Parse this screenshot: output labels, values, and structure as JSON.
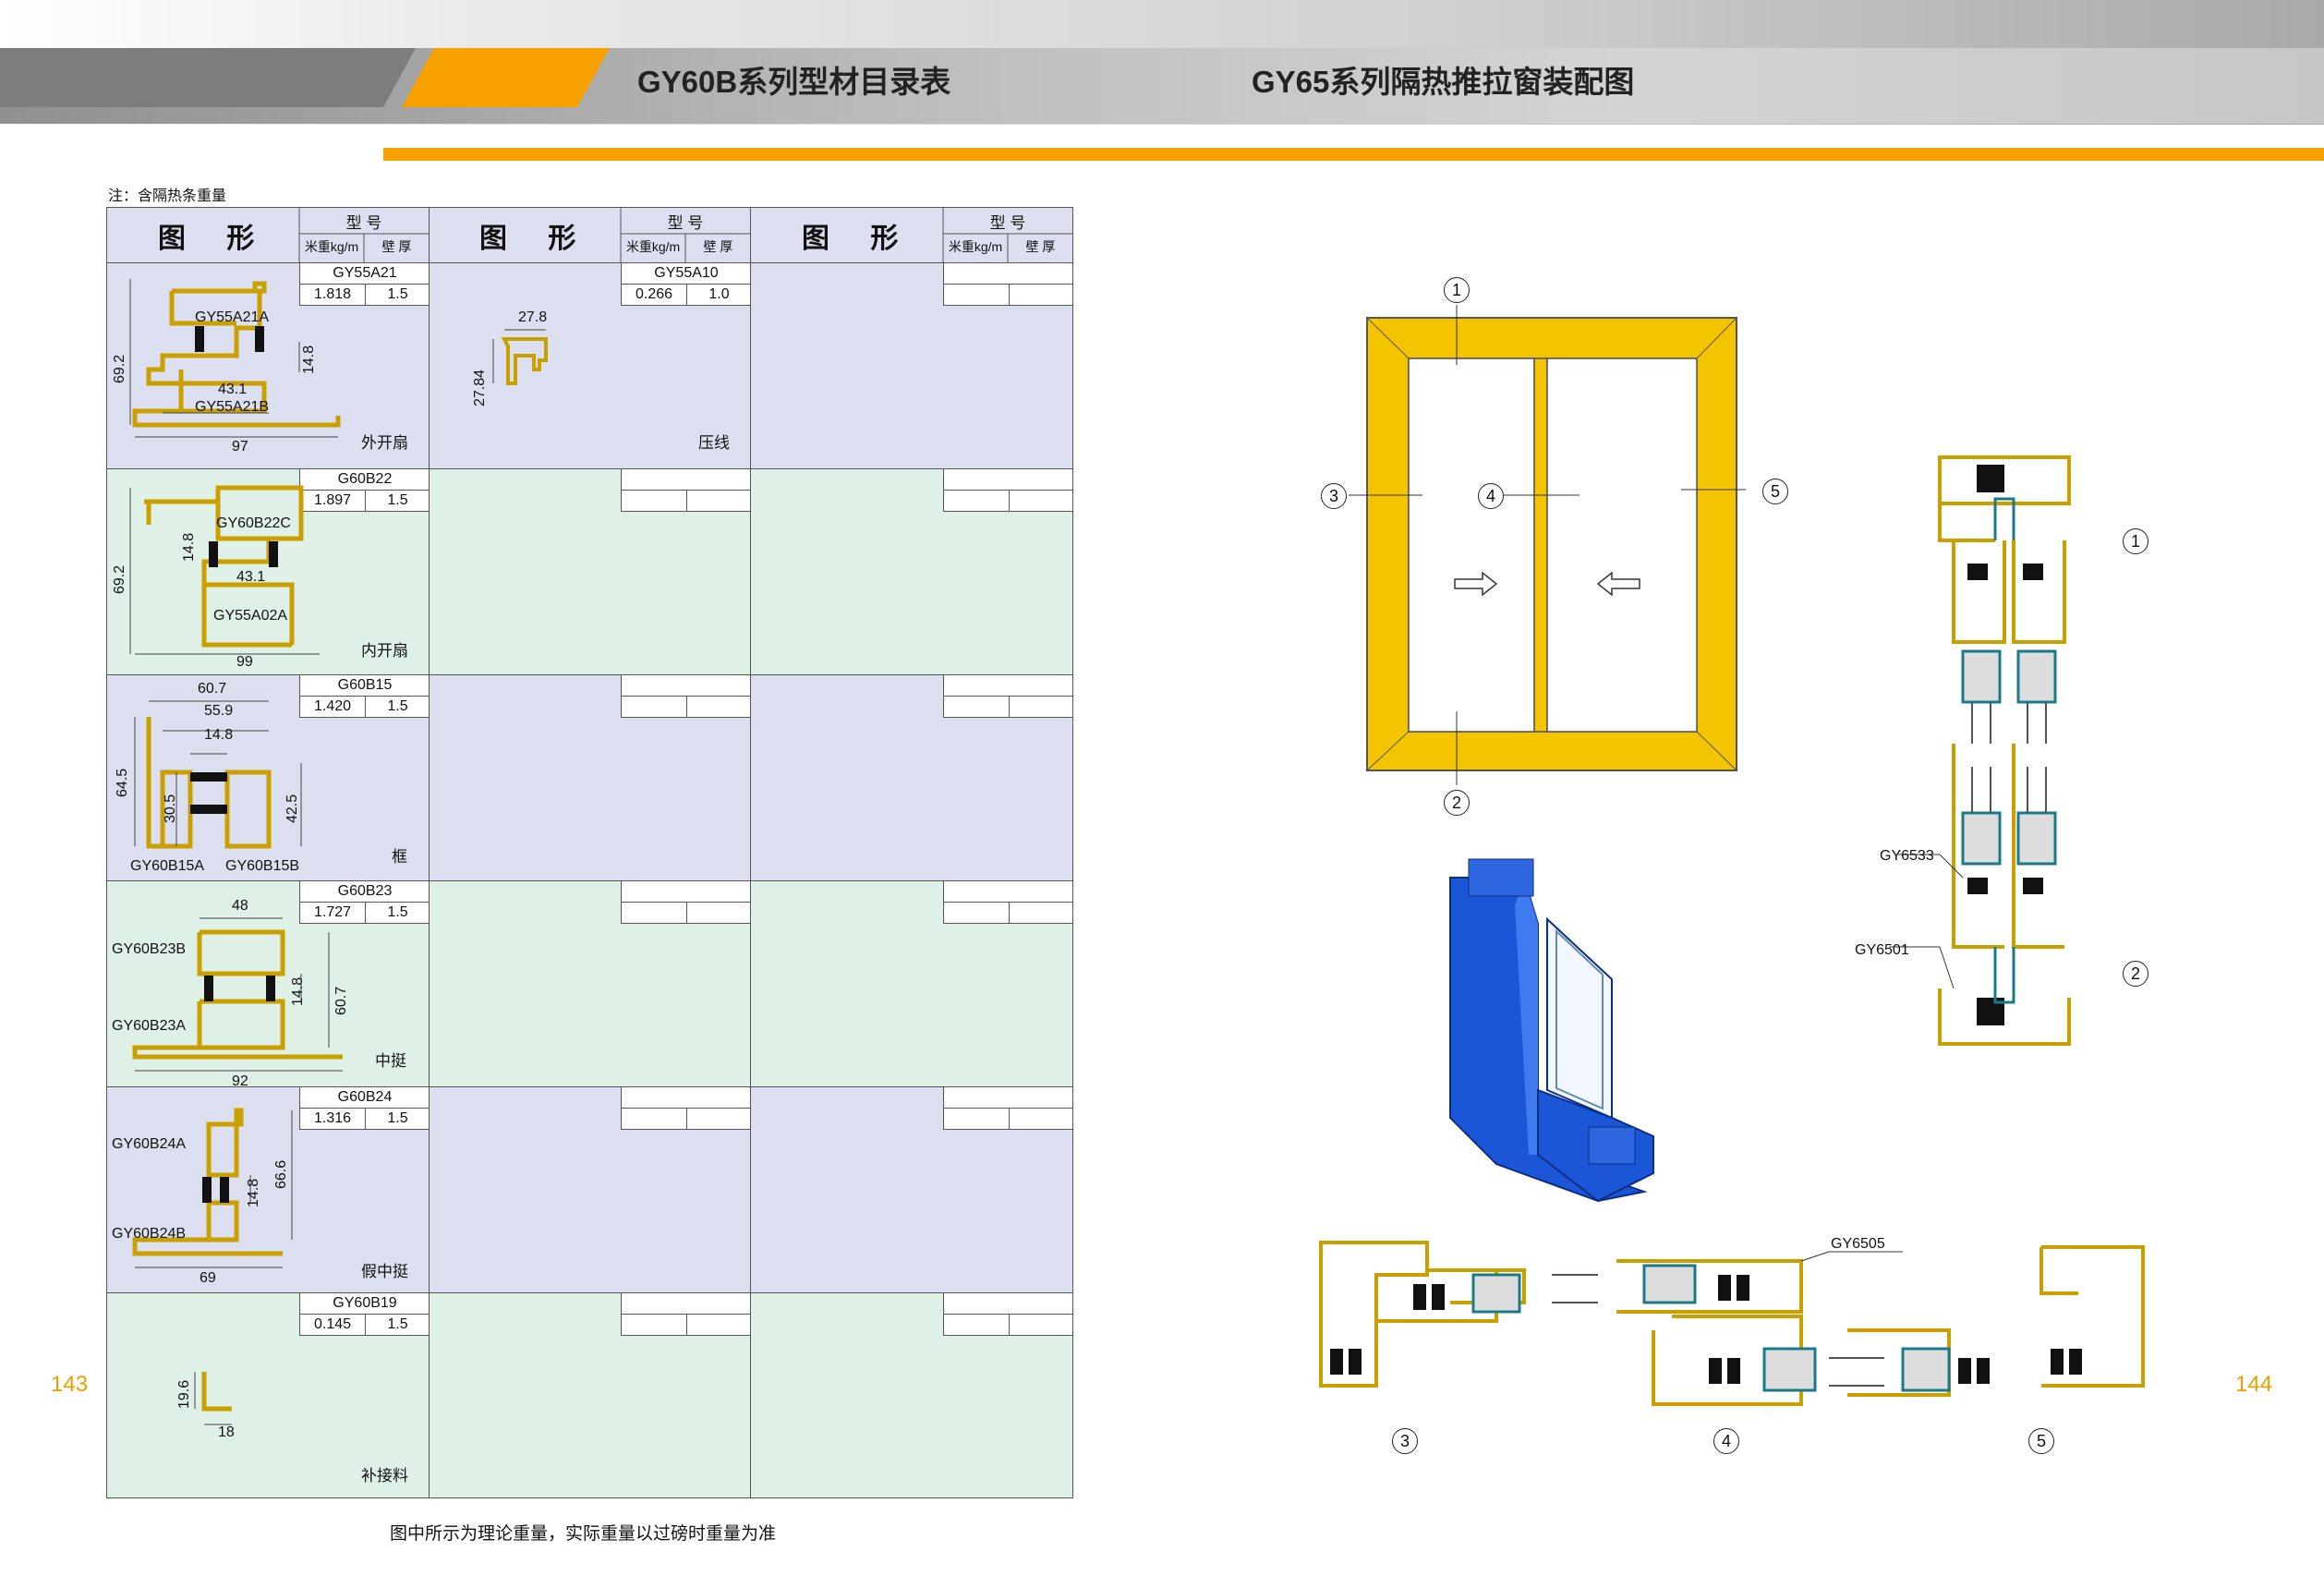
{
  "header": {
    "left_title": "GY60B系列型材目录表",
    "right_title": "GY65系列隔热推拉窗装配图"
  },
  "note": "注：含隔热条重量",
  "table_header": {
    "figure": "图 形",
    "model": "型 号",
    "weight": "米重kg/m",
    "thickness": "壁 厚"
  },
  "rows": [
    {
      "model": "GY55A21",
      "weight": "1.818",
      "thickness": "1.5",
      "name": "外开扇",
      "labels": [
        "GY55A21A",
        "GY55A21B"
      ],
      "dims": [
        "69.2",
        "14.8",
        "43.1",
        "97"
      ]
    },
    {
      "model": "G60B22",
      "weight": "1.897",
      "thickness": "1.5",
      "name": "内开扇",
      "labels": [
        "GY60B22C",
        "GY55A02A"
      ],
      "dims": [
        "69.2",
        "14.8",
        "43.1",
        "99"
      ]
    },
    {
      "model": "G60B15",
      "weight": "1.420",
      "thickness": "1.5",
      "name": "框",
      "labels": [
        "GY60B15A",
        "GY60B15B"
      ],
      "dims": [
        "60.7",
        "55.9",
        "14.8",
        "64.5",
        "30.5",
        "42.5"
      ]
    },
    {
      "model": "G60B23",
      "weight": "1.727",
      "thickness": "1.5",
      "name": "中挺",
      "labels": [
        "GY60B23B",
        "GY60B23A"
      ],
      "dims": [
        "48",
        "14.8",
        "60.7",
        "92"
      ]
    },
    {
      "model": "G60B24",
      "weight": "1.316",
      "thickness": "1.5",
      "name": "假中挺",
      "labels": [
        "GY60B24A",
        "GY60B24B"
      ],
      "dims": [
        "14.8",
        "66.6",
        "69"
      ]
    },
    {
      "model": "GY60B19",
      "weight": "0.145",
      "thickness": "1.5",
      "name": "补接料",
      "labels": [],
      "dims": [
        "19.6",
        "18"
      ]
    }
  ],
  "col2_row1": {
    "model": "GY55A10",
    "weight": "0.266",
    "thickness": "1.0",
    "name": "压线",
    "dims": [
      "27.8",
      "27.84"
    ]
  },
  "footnote": "图中所示为理论重量，实际重量以过磅时重量为准",
  "page_left": "143",
  "page_right": "144",
  "assembly": {
    "callouts": [
      "1",
      "2",
      "3",
      "4",
      "5"
    ],
    "section_tags": [
      "GY6533",
      "GY6501",
      "GY6505"
    ]
  },
  "colors": {
    "accent": "#f7a100",
    "frame_yellow": "#f5c400",
    "profile_blue": "#1a56d6",
    "row_lavender": "#dcdff0",
    "row_green": "#dff1e6"
  }
}
